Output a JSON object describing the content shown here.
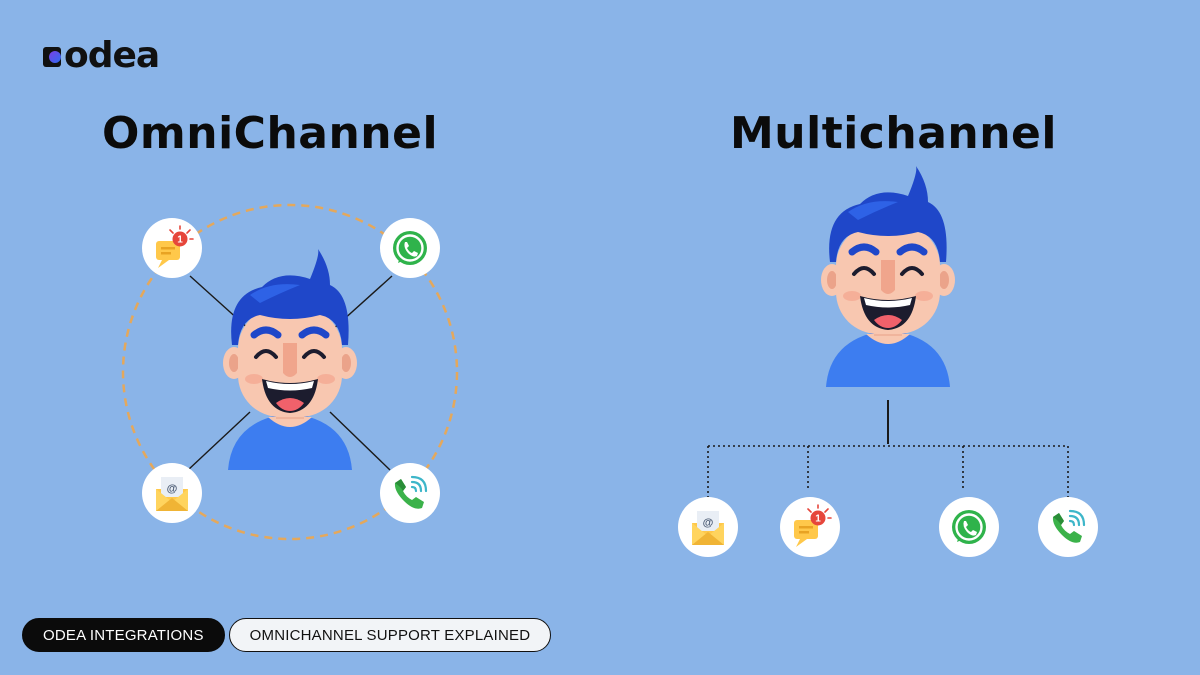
{
  "brand": {
    "name": "odea"
  },
  "titles": {
    "left": "OmniChannel",
    "right": "Multichannel"
  },
  "channel_icons": {
    "left": [
      "chat-notification-icon",
      "whatsapp-icon",
      "email-icon",
      "phone-call-icon"
    ],
    "right": [
      "email-icon",
      "chat-notification-icon",
      "whatsapp-icon",
      "phone-call-icon"
    ]
  },
  "badge_count": "1",
  "email_symbol": "@",
  "tags": {
    "primary": "ODEA INTEGRATIONS",
    "secondary": "OMNICHANNEL SUPPORT EXPLAINED"
  },
  "colors": {
    "background": "#8ab4e8",
    "ring": "#e4a85c",
    "hair": "#1f47c9",
    "shirt": "#3d7df0",
    "skin": "#f8c7b0",
    "whatsapp": "#2fb34b"
  }
}
